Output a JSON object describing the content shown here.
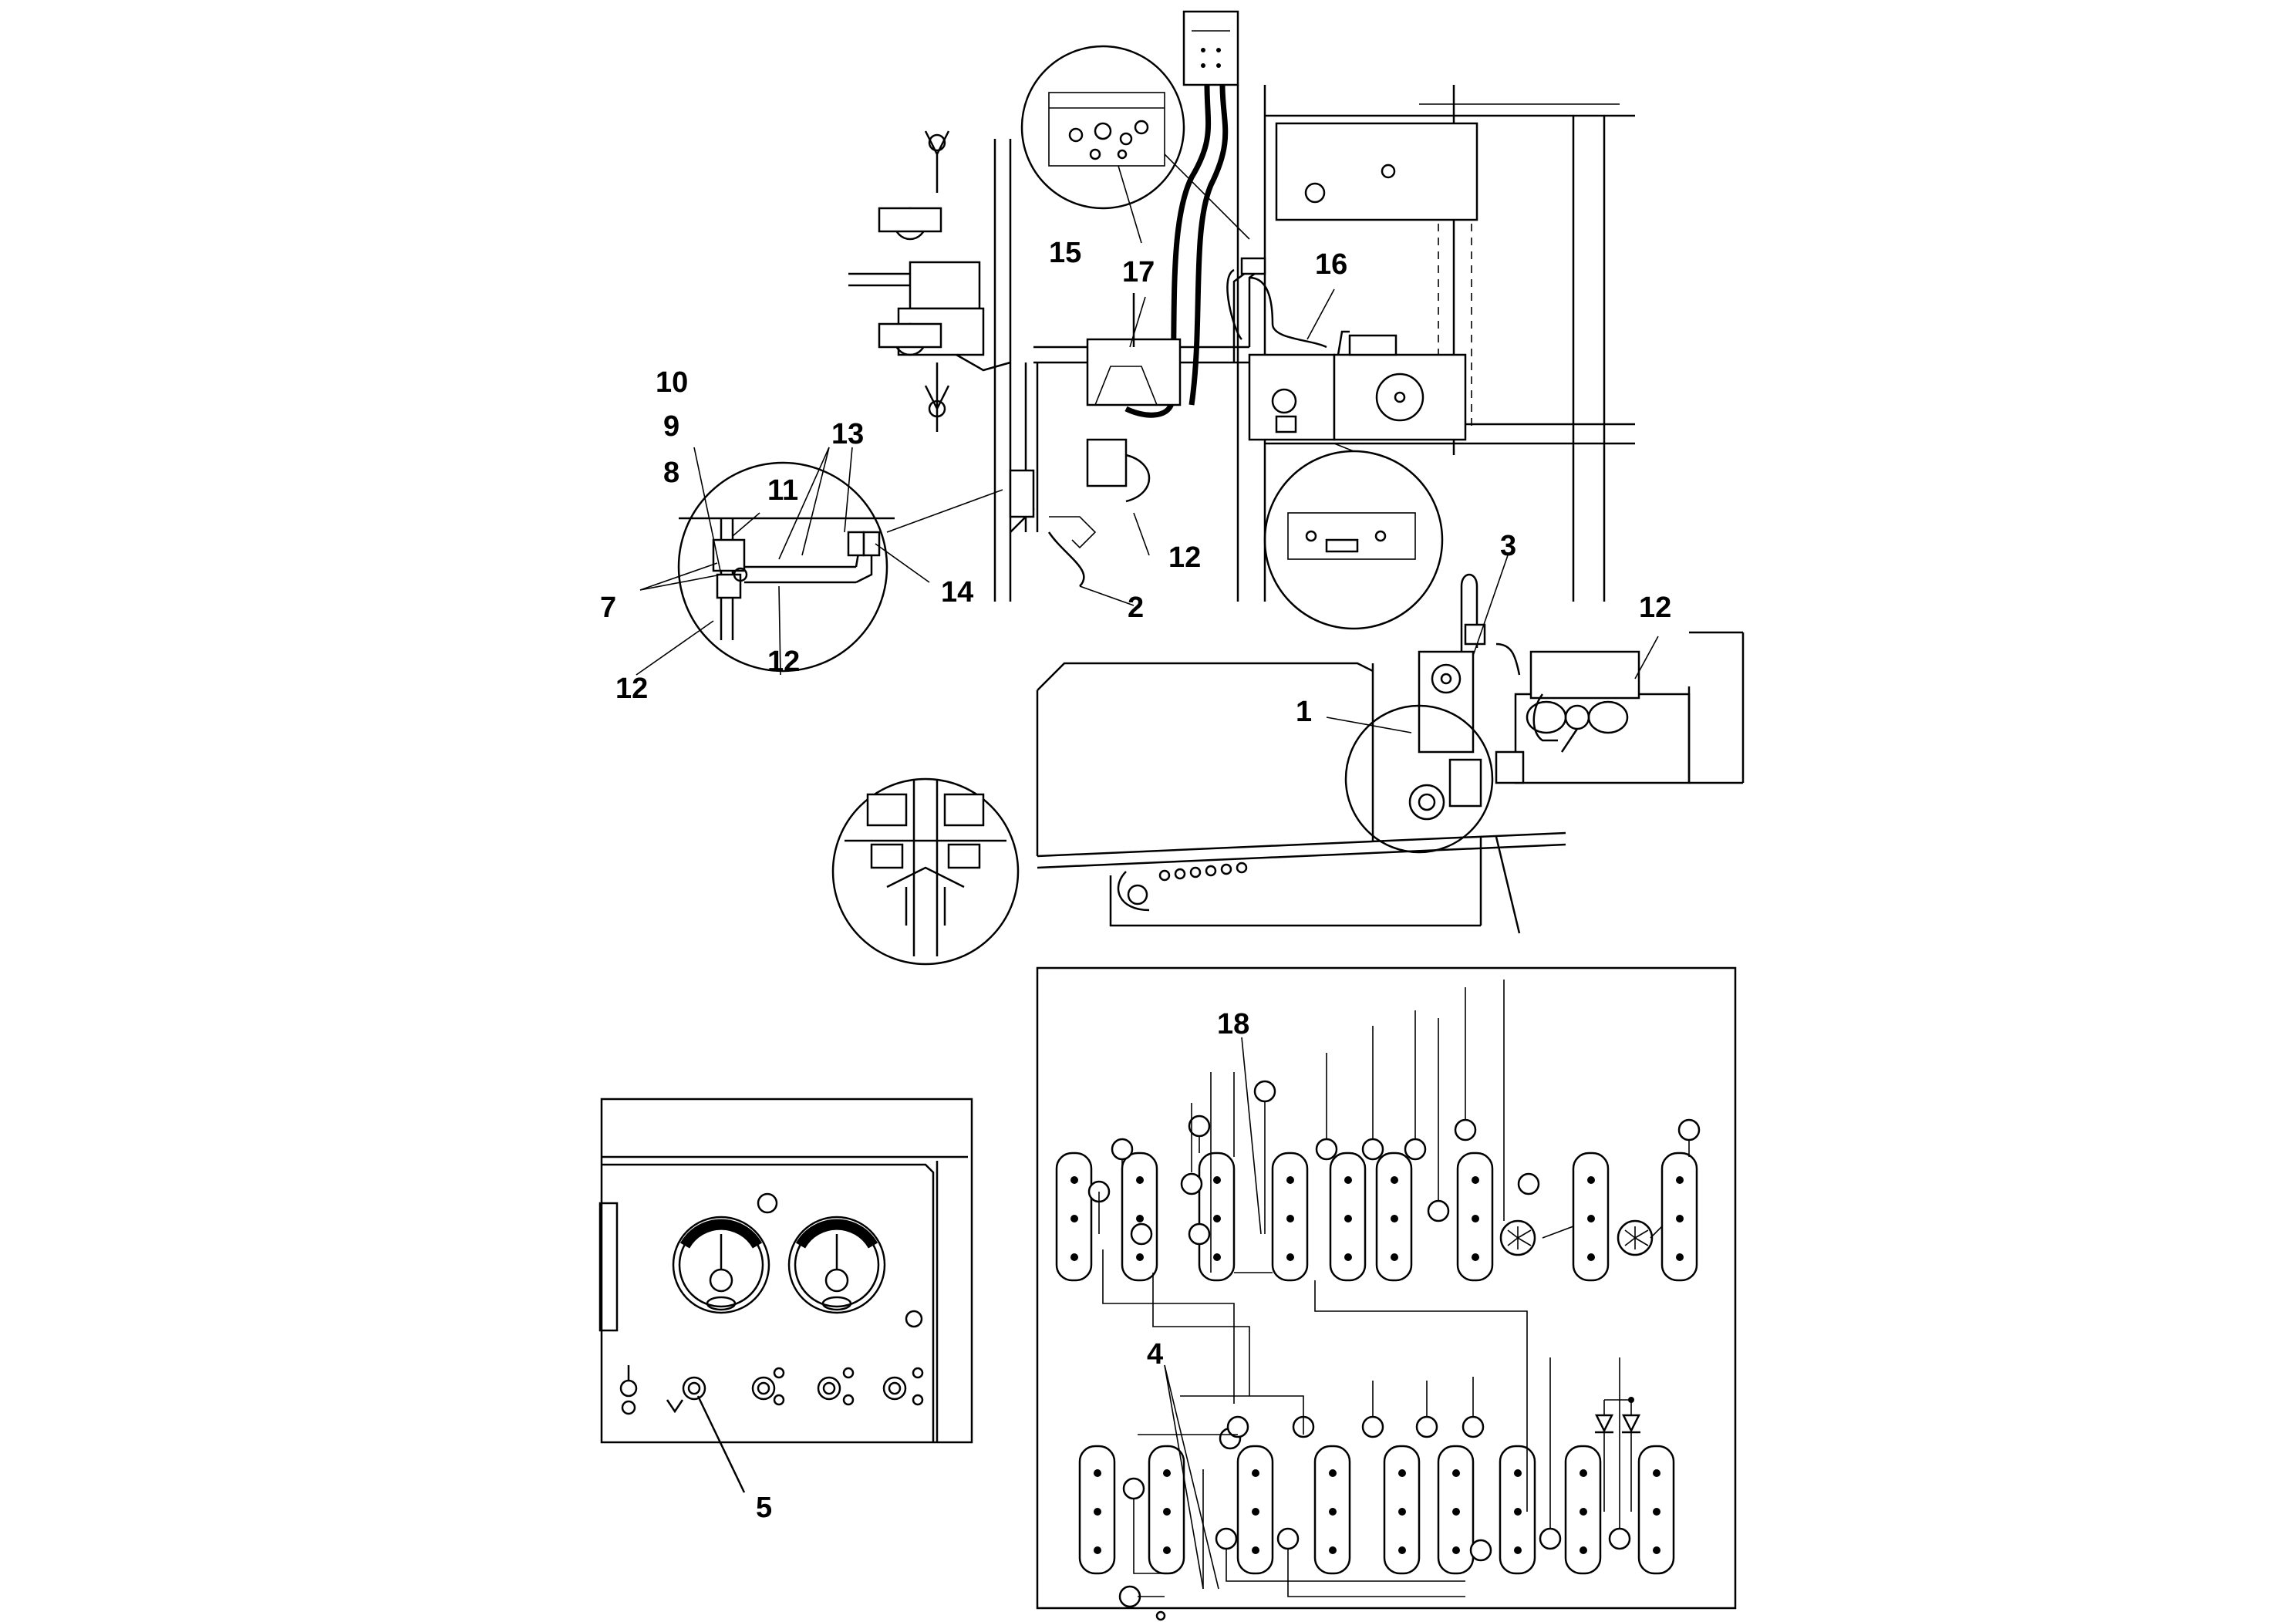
{
  "callouts": {
    "c1": "1",
    "c2": "2",
    "c3": "3",
    "c4": "4",
    "c5": "5",
    "c7": "7",
    "c8": "8",
    "c9": "9",
    "c10": "10",
    "c11": "11",
    "c12a": "12",
    "c12b": "12",
    "c12c": "12",
    "c12d": "12",
    "c13": "13",
    "c14": "14",
    "c15": "15",
    "c16": "16",
    "c17": "17",
    "c18": "18"
  }
}
